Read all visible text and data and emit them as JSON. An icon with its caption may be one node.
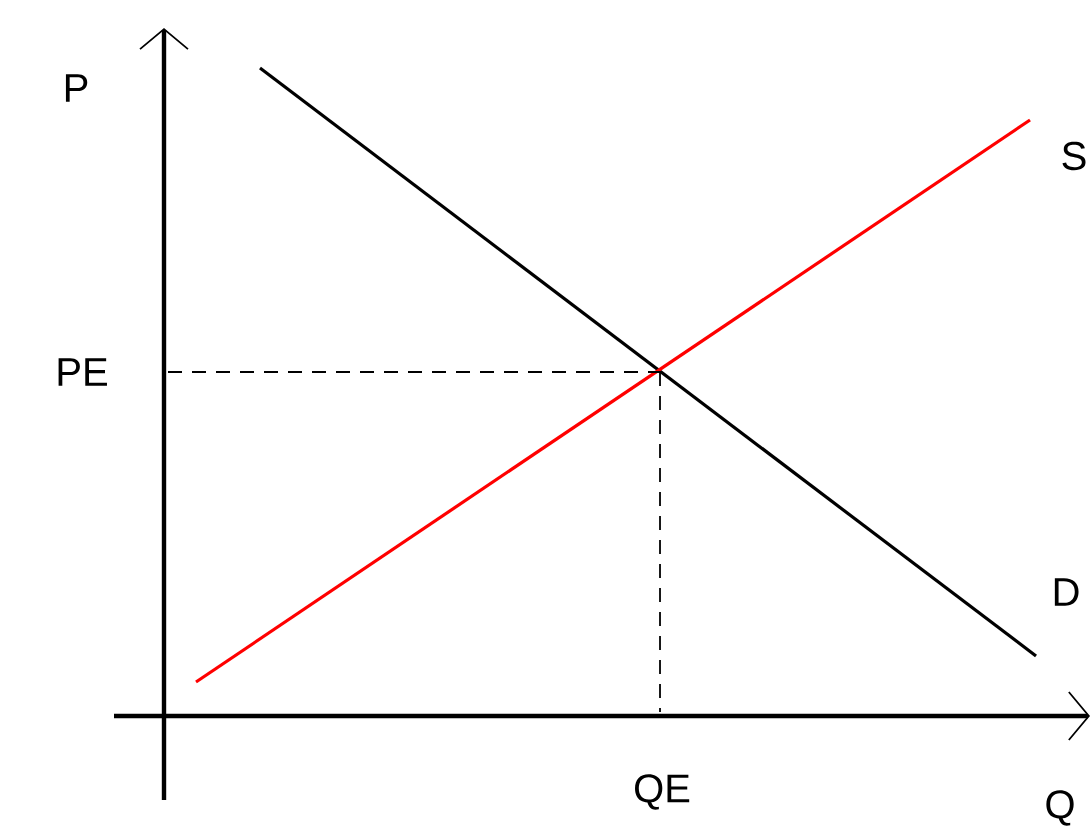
{
  "diagram": {
    "labels": [
      "P",
      "S",
      "PE",
      "D",
      "QE",
      "Q"
    ]
  }
}
